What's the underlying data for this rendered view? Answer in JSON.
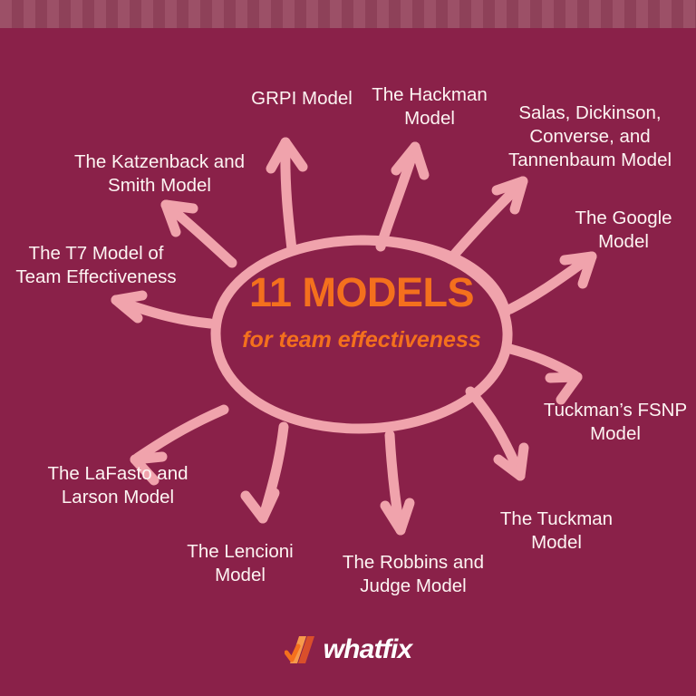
{
  "theme": {
    "background": "#8a2149",
    "stripe_light": "#9c5067",
    "stripe_dark": "#8e4159",
    "accent_orange": "#f4701d",
    "arrow_pink": "#f0a3ac",
    "label_white": "#fdf4f2"
  },
  "center": {
    "headline": "11 MODELS",
    "subline": "for team\neffectiveness"
  },
  "models": [
    {
      "id": "grpi",
      "label": "GRPI Model"
    },
    {
      "id": "hackman",
      "label": "The Hackman\nModel"
    },
    {
      "id": "salas",
      "label": "Salas, Dickinson,\nConverse, and\nTannenbaum Model"
    },
    {
      "id": "google",
      "label": "The Google\nModel"
    },
    {
      "id": "katzenback",
      "label": "The Katzenback and\nSmith Model"
    },
    {
      "id": "t7",
      "label": "The T7 Model of\nTeam Effectiveness"
    },
    {
      "id": "fsnp",
      "label": "Tuckman’s FSNP\nModel"
    },
    {
      "id": "tuckman",
      "label": "The Tuckman\nModel"
    },
    {
      "id": "lafasto",
      "label": "The LaFasto and\nLarson Model"
    },
    {
      "id": "lencioni",
      "label": "The Lencioni\nModel"
    },
    {
      "id": "robbins",
      "label": "The Robbins and\nJudge Model"
    }
  ],
  "footer": {
    "brand": "whatfix",
    "mark_colors": [
      "#f79a4b",
      "#f4701d",
      "#d94f2b"
    ]
  }
}
